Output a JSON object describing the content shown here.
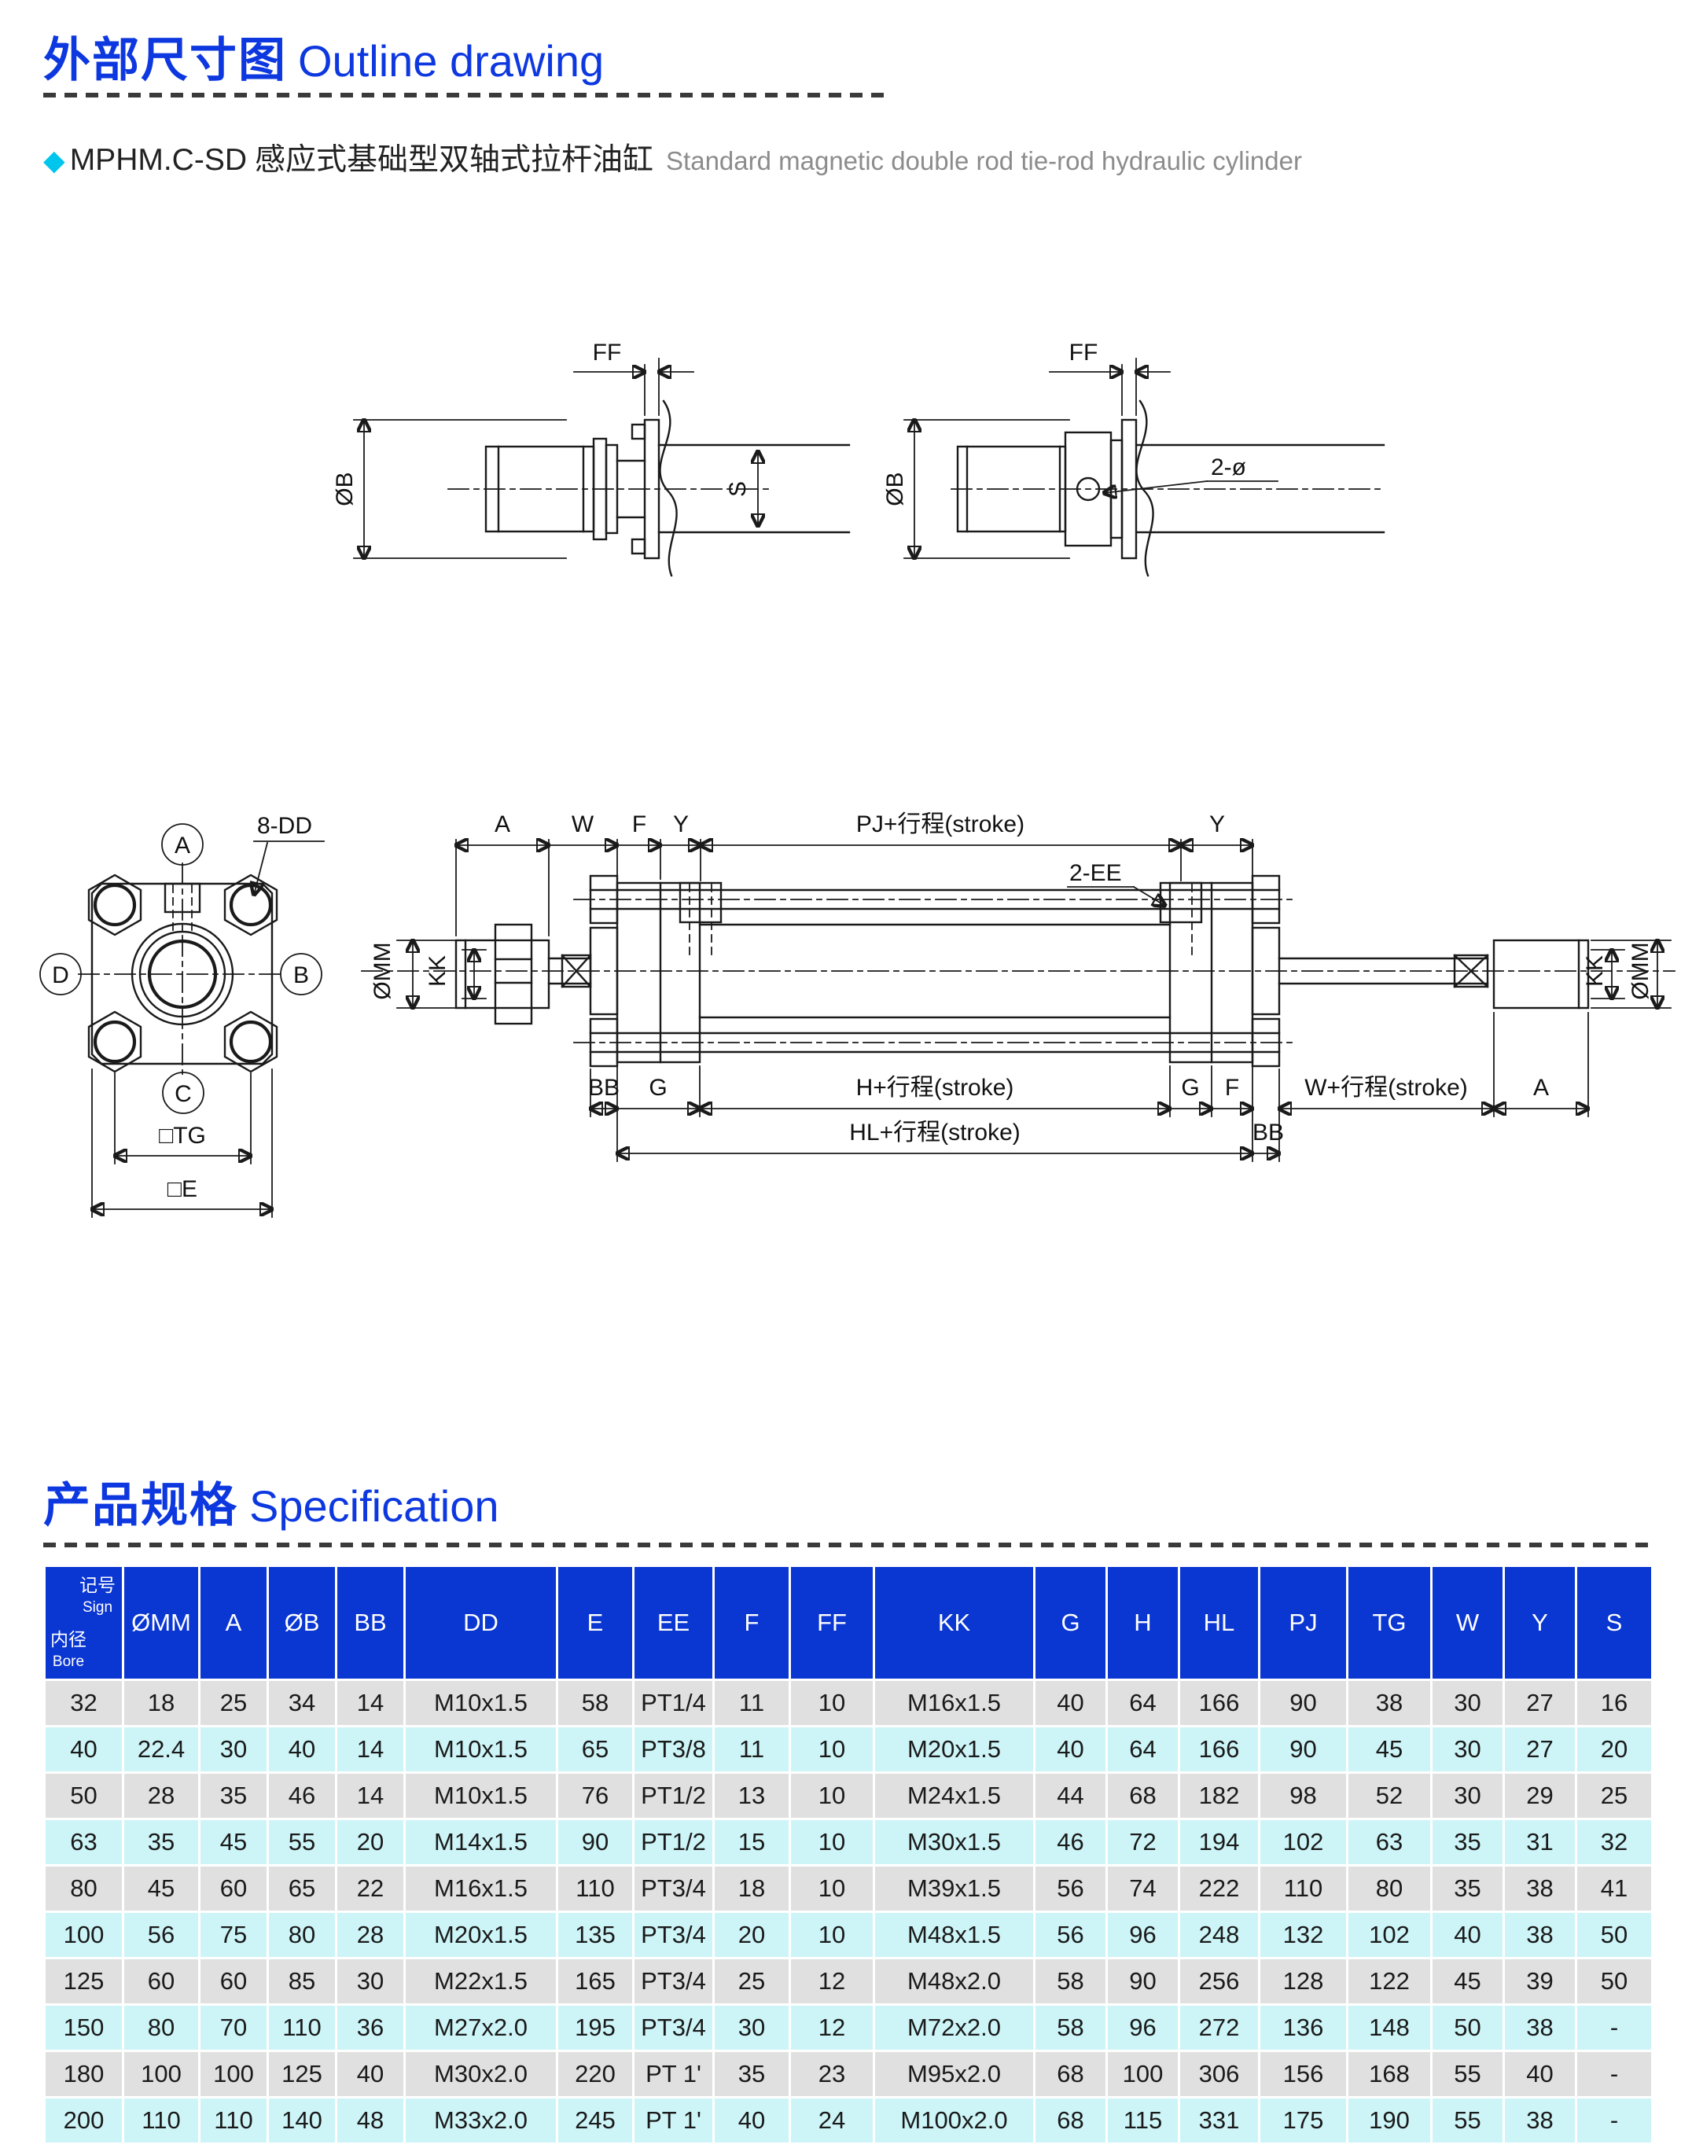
{
  "page": {
    "title_zh": "外部尺寸图",
    "title_en": "Outline drawing",
    "spec_zh": "产品规格",
    "spec_en": "Specification",
    "bullet_model": "MPHM.C-SD",
    "bullet_zh": "感应式基础型双轴式拉杆油缸",
    "bullet_en": "Standard magnetic double rod tie-rod hydraulic cylinder"
  },
  "colors": {
    "accent_blue": "#0d38e0",
    "table_header_blue": "#0a36d2",
    "row_gray": "#e0e0e0",
    "row_cyan": "#cdf5f8",
    "bullet_cyan": "#00c6ee",
    "line_dark": "#1a1a1a",
    "subtitle_gray": "#8c8c8c"
  },
  "drawings": {
    "detail_left": {
      "ff": "FF",
      "diam_b": "ØB",
      "s": "S"
    },
    "detail_right": {
      "ff": "FF",
      "diam_b": "ØB",
      "holes": "2-ø"
    },
    "front_view": {
      "a": "A",
      "b": "B",
      "c": "C",
      "d": "D",
      "bolts": "8-DD",
      "tg": "□TG",
      "e": "□E"
    },
    "side_view": {
      "a_left": "A",
      "w_left": "W",
      "f_left": "F",
      "y_left": "Y",
      "pj_stroke": "PJ+行程(stroke)",
      "y_right": "Y",
      "ports": "2-EE",
      "diam_mm_left": "ØMM",
      "kk_left": "KK",
      "bb_left": "BB",
      "g_left": "G",
      "h_stroke": "H+行程(stroke)",
      "hl_stroke": "HL+行程(stroke)",
      "g_right": "G",
      "f_right": "F",
      "bb_right": "BB",
      "w_stroke": "W+行程(stroke)",
      "a_right": "A",
      "kk_right": "KK",
      "diam_mm_right": "ØMM"
    }
  },
  "table": {
    "corner": {
      "sign_zh": "记号",
      "sign_en": "Sign",
      "bore_zh": "内径",
      "bore_en": "Bore"
    },
    "columns": [
      "ØMM",
      "A",
      "ØB",
      "BB",
      "DD",
      "E",
      "EE",
      "F",
      "FF",
      "KK",
      "G",
      "H",
      "HL",
      "PJ",
      "TG",
      "W",
      "Y",
      "S"
    ],
    "rows": [
      {
        "bore": "32",
        "values": [
          "18",
          "25",
          "34",
          "14",
          "M10x1.5",
          "58",
          "PT1/4",
          "11",
          "10",
          "M16x1.5",
          "40",
          "64",
          "166",
          "90",
          "38",
          "30",
          "27",
          "16"
        ]
      },
      {
        "bore": "40",
        "values": [
          "22.4",
          "30",
          "40",
          "14",
          "M10x1.5",
          "65",
          "PT3/8",
          "11",
          "10",
          "M20x1.5",
          "40",
          "64",
          "166",
          "90",
          "45",
          "30",
          "27",
          "20"
        ]
      },
      {
        "bore": "50",
        "values": [
          "28",
          "35",
          "46",
          "14",
          "M10x1.5",
          "76",
          "PT1/2",
          "13",
          "10",
          "M24x1.5",
          "44",
          "68",
          "182",
          "98",
          "52",
          "30",
          "29",
          "25"
        ]
      },
      {
        "bore": "63",
        "values": [
          "35",
          "45",
          "55",
          "20",
          "M14x1.5",
          "90",
          "PT1/2",
          "15",
          "10",
          "M30x1.5",
          "46",
          "72",
          "194",
          "102",
          "63",
          "35",
          "31",
          "32"
        ]
      },
      {
        "bore": "80",
        "values": [
          "45",
          "60",
          "65",
          "22",
          "M16x1.5",
          "110",
          "PT3/4",
          "18",
          "10",
          "M39x1.5",
          "56",
          "74",
          "222",
          "110",
          "80",
          "35",
          "38",
          "41"
        ]
      },
      {
        "bore": "100",
        "values": [
          "56",
          "75",
          "80",
          "28",
          "M20x1.5",
          "135",
          "PT3/4",
          "20",
          "10",
          "M48x1.5",
          "56",
          "96",
          "248",
          "132",
          "102",
          "40",
          "38",
          "50"
        ]
      },
      {
        "bore": "125",
        "values": [
          "60",
          "60",
          "85",
          "30",
          "M22x1.5",
          "165",
          "PT3/4",
          "25",
          "12",
          "M48x2.0",
          "58",
          "90",
          "256",
          "128",
          "122",
          "45",
          "39",
          "50"
        ]
      },
      {
        "bore": "150",
        "values": [
          "80",
          "70",
          "110",
          "36",
          "M27x2.0",
          "195",
          "PT3/4",
          "30",
          "12",
          "M72x2.0",
          "58",
          "96",
          "272",
          "136",
          "148",
          "50",
          "38",
          "-"
        ]
      },
      {
        "bore": "180",
        "values": [
          "100",
          "100",
          "125",
          "40",
          "M30x2.0",
          "220",
          "PT 1'",
          "35",
          "23",
          "M95x2.0",
          "68",
          "100",
          "306",
          "156",
          "168",
          "55",
          "40",
          "-"
        ]
      },
      {
        "bore": "200",
        "values": [
          "110",
          "110",
          "140",
          "48",
          "M33x2.0",
          "245",
          "PT 1'",
          "40",
          "24",
          "M100x2.0",
          "68",
          "115",
          "331",
          "175",
          "190",
          "55",
          "38",
          "-"
        ]
      }
    ]
  }
}
